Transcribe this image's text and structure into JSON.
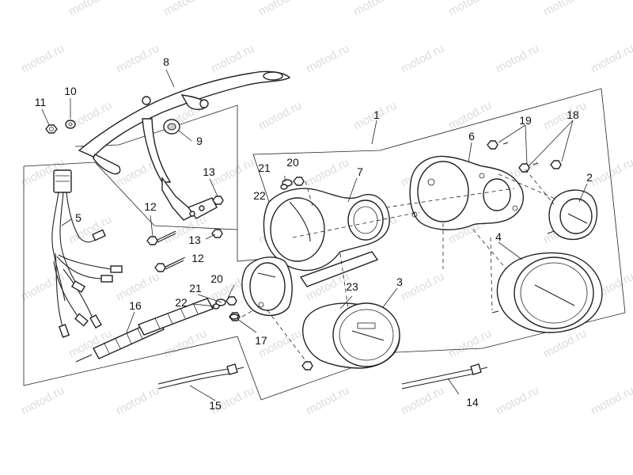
{
  "watermark": "motod.ru",
  "callouts": [
    "1",
    "2",
    "3",
    "4",
    "5",
    "6",
    "7",
    "8",
    "9",
    "10",
    "11",
    "12",
    "12",
    "13",
    "13",
    "14",
    "15",
    "16",
    "17",
    "18",
    "19",
    "20",
    "20",
    "21",
    "21",
    "22",
    "22",
    "23"
  ]
}
